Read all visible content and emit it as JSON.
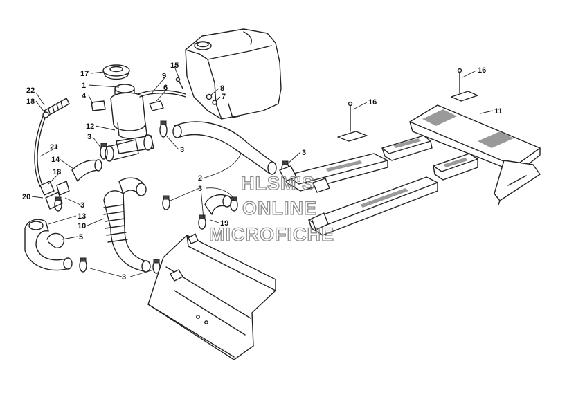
{
  "callouts": [
    {
      "id": "c17",
      "text": "17"
    },
    {
      "id": "c9",
      "text": "9"
    },
    {
      "id": "c15",
      "text": "15"
    },
    {
      "id": "c1",
      "text": "1"
    },
    {
      "id": "c6",
      "text": "6"
    },
    {
      "id": "c8",
      "text": "8"
    },
    {
      "id": "c7",
      "text": "7"
    },
    {
      "id": "c4",
      "text": "4"
    },
    {
      "id": "c22",
      "text": "22"
    },
    {
      "id": "c18a",
      "text": "18"
    },
    {
      "id": "c12",
      "text": "12"
    },
    {
      "id": "c3a",
      "text": "3"
    },
    {
      "id": "c3b",
      "text": "3"
    },
    {
      "id": "c21",
      "text": "21"
    },
    {
      "id": "c14",
      "text": "14"
    },
    {
      "id": "c18b",
      "text": "18"
    },
    {
      "id": "c20",
      "text": "20"
    },
    {
      "id": "c3c",
      "text": "3"
    },
    {
      "id": "c13",
      "text": "13"
    },
    {
      "id": "c10",
      "text": "10"
    },
    {
      "id": "c5",
      "text": "5"
    },
    {
      "id": "c2",
      "text": "2"
    },
    {
      "id": "c3d",
      "text": "3"
    },
    {
      "id": "c3e",
      "text": "3"
    },
    {
      "id": "c19",
      "text": "19"
    },
    {
      "id": "c3f",
      "text": "3"
    },
    {
      "id": "c16a",
      "text": "16"
    },
    {
      "id": "c16b",
      "text": "16"
    },
    {
      "id": "c11",
      "text": "11"
    }
  ],
  "watermark": {
    "line1": "HLSM'S",
    "line2": "ONLINE",
    "line3": "MICROFICHE"
  }
}
